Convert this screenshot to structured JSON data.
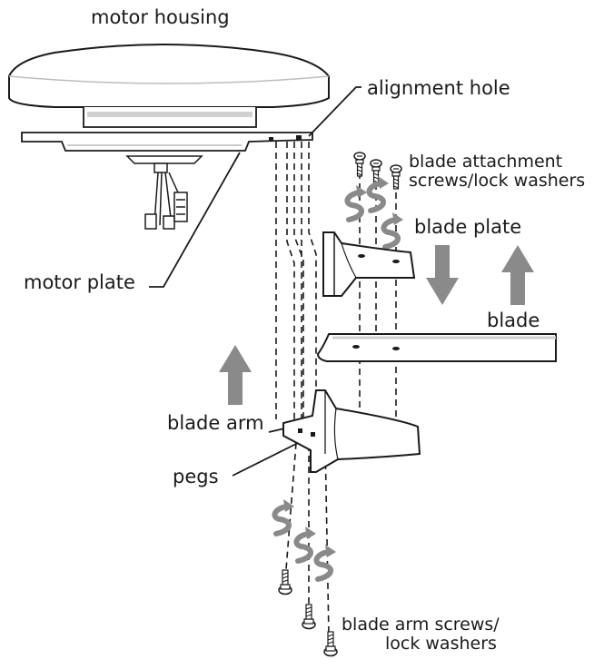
{
  "diagram": {
    "labels": {
      "motor_housing": "motor housing",
      "alignment_hole": "alignment hole",
      "blade_attachment_screws_line1": "blade attachment",
      "blade_attachment_screws_line2": "screws/lock washers",
      "blade_plate": "blade plate",
      "blade": "blade",
      "motor_plate": "motor plate",
      "blade_arm": "blade arm",
      "pegs": "pegs",
      "blade_arm_screws_line1": "blade arm screws/",
      "blade_arm_screws_line2": "lock washers"
    },
    "colors": {
      "line": "#1a1a1a",
      "arrow": "#8a8a8a",
      "fill": "#ffffff",
      "shade": "#e6e6e6"
    },
    "icons": [
      "screw-icon",
      "curved-arrow-icon",
      "direction-arrow-icon"
    ]
  }
}
